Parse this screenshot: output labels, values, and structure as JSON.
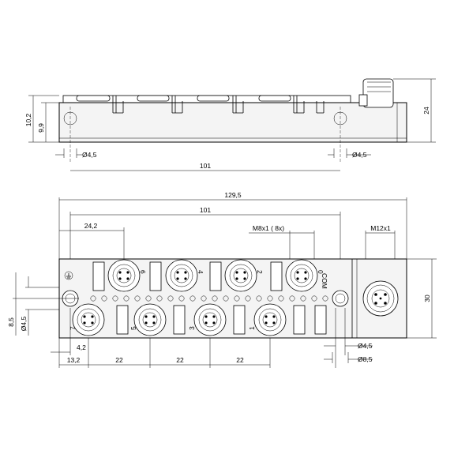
{
  "colors": {
    "line": "#000000",
    "body_fill": "#f4f4f4",
    "background": "#ffffff"
  },
  "side_view": {
    "dim_height_total": "10,2",
    "dim_height_inner": "9,9",
    "dim_height_right": "24",
    "dim_hole_left": "Ø4,5",
    "dim_hole_right": "Ø4,5",
    "dim_hole_spacing": "101"
  },
  "top_view": {
    "dim_total_length": "129,5",
    "dim_hole_spacing": "101",
    "dim_first_socket": "24,2",
    "label_m8": "M8x1 ( 8x)",
    "label_m12": "M12x1",
    "dim_width": "30",
    "dim_left_edge": "8,5",
    "dim_left_hole": "Ø4,5",
    "dim_offset_small": "4,2",
    "dim_offset_first": "13,2",
    "dim_pitch_1": "22",
    "dim_pitch_2": "22",
    "dim_pitch_3": "22",
    "dim_right_hole": "Ø4,5",
    "dim_right_edge": "Ø8,5",
    "port_labels_top": [
      "6",
      "4",
      "2",
      "0"
    ],
    "port_labels_bottom": [
      "7",
      "5",
      "3",
      "1"
    ],
    "com_label": "COM"
  }
}
